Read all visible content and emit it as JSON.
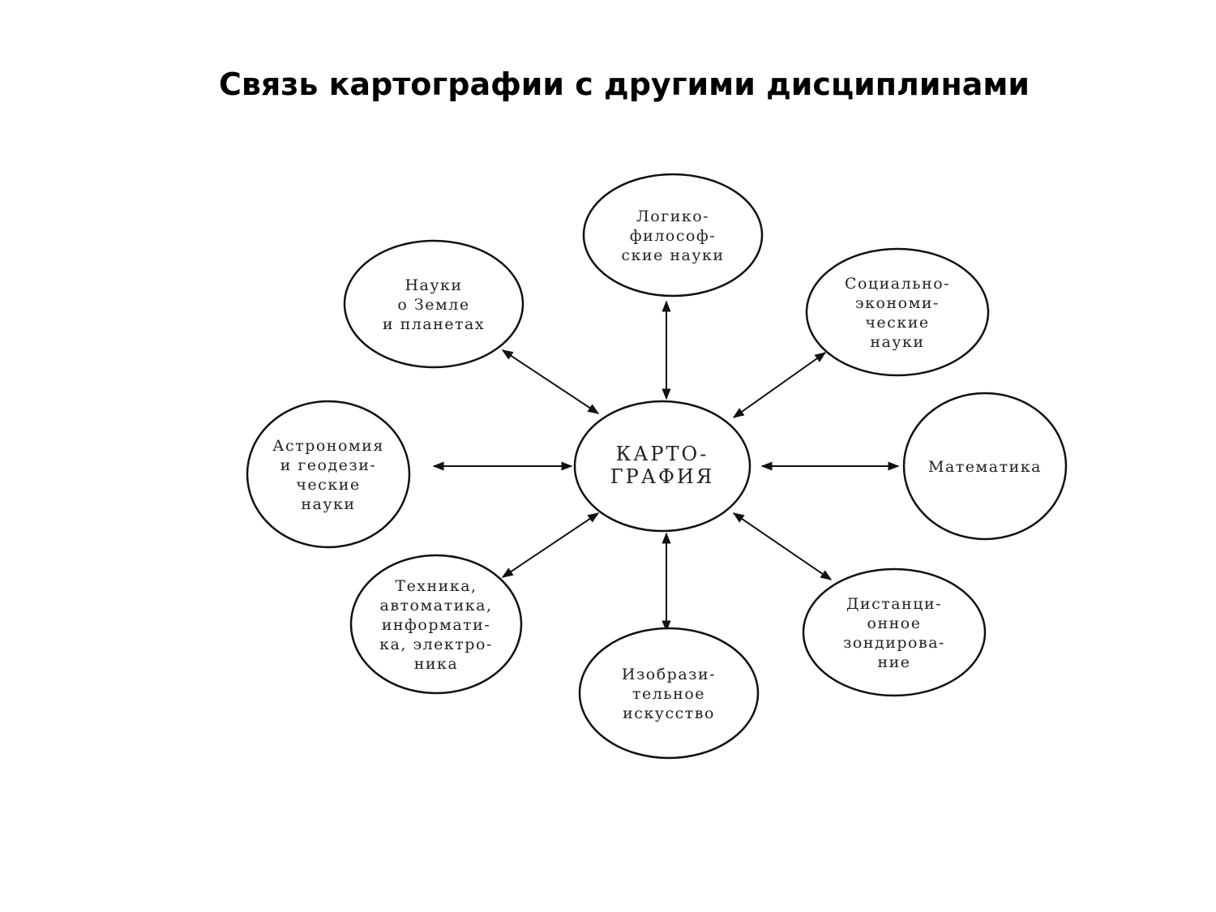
{
  "title": "Связь картографии с другими дисциплинами",
  "center": {
    "lines": [
      "КАРТО-",
      "ГРАФИЯ"
    ]
  },
  "nodes": [
    {
      "id": "logic-philosophy",
      "lines": [
        "Логико-",
        "философ-",
        "ские науки"
      ]
    },
    {
      "id": "earth-planets",
      "lines": [
        "Науки",
        "о Земле",
        "и планетах"
      ]
    },
    {
      "id": "socio-economic",
      "lines": [
        "Социально-",
        "экономи-",
        "ческие",
        "науки"
      ]
    },
    {
      "id": "astronomy-geodesy",
      "lines": [
        "Астрономия",
        "и геодези-",
        "ческие",
        "науки"
      ]
    },
    {
      "id": "mathematics",
      "lines": [
        "Математика"
      ]
    },
    {
      "id": "technology",
      "lines": [
        "Техника,",
        "автоматика,",
        "информати-",
        "ка, электро-",
        "ника"
      ]
    },
    {
      "id": "fine-arts",
      "lines": [
        "Изобрази-",
        "тельное",
        "искусство"
      ]
    },
    {
      "id": "remote-sensing",
      "lines": [
        "Дистанци-",
        "онное",
        "зондирова-",
        "ние"
      ]
    }
  ]
}
